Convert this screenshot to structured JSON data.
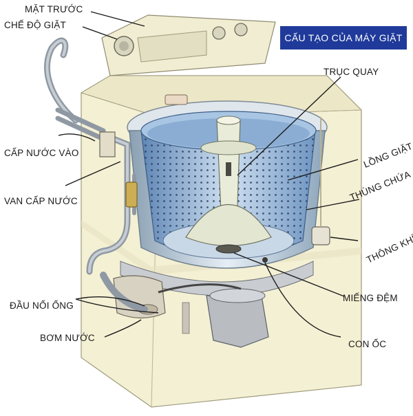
{
  "title": "CẤU TẠO CỦA MÁY GIẶT",
  "labels": {
    "mat_truoc": "MẶT TRƯỚC",
    "che_do_giat": "CHẾ ĐỘ GIẶT",
    "cap_nuoc_vao": "CẤP NƯỚC VÀO",
    "van_cap_nuoc": "VAN CẤP NƯỚC",
    "dau_noi_ong": "ĐẦU NỐI ỐNG",
    "bom_nuoc": "BƠM NƯỚC",
    "truc_quay": "TRỤC QUAY",
    "long_giat": "LỒNG GIẶT",
    "thung_chua": "THÙNG CHỨA",
    "thong_khi": "THÔNG KHÍ",
    "mieng_dem": "MIẾNG ĐỆM",
    "con_oc": "CON ỐC"
  },
  "colors": {
    "title_bg": "#1f3a9a",
    "cabinet": "#f3efd2",
    "drum": "#9fc0e0",
    "drum_dark": "#5f86b5",
    "hose": "#9aa4ad"
  }
}
